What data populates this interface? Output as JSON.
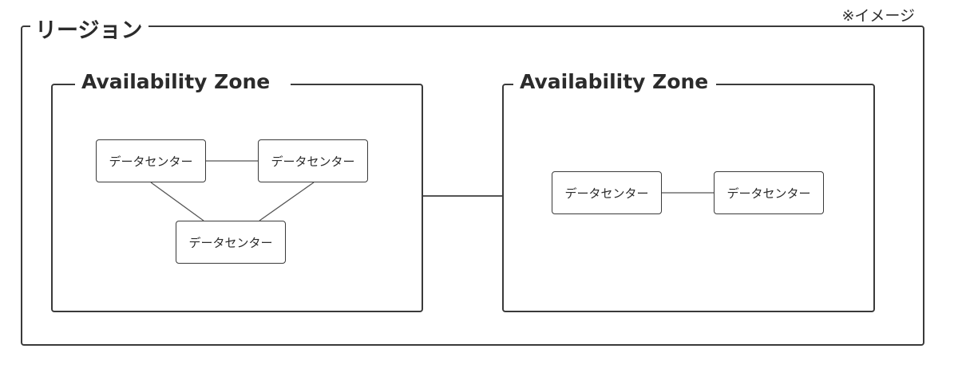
{
  "note": "※イメージ",
  "region": {
    "label": "リージョン",
    "availability_zones": [
      {
        "label": "Availability Zone",
        "datacenters": [
          "データセンター",
          "データセンター",
          "データセンター"
        ]
      },
      {
        "label": "Availability Zone",
        "datacenters": [
          "データセンター",
          "データセンター"
        ]
      }
    ]
  }
}
